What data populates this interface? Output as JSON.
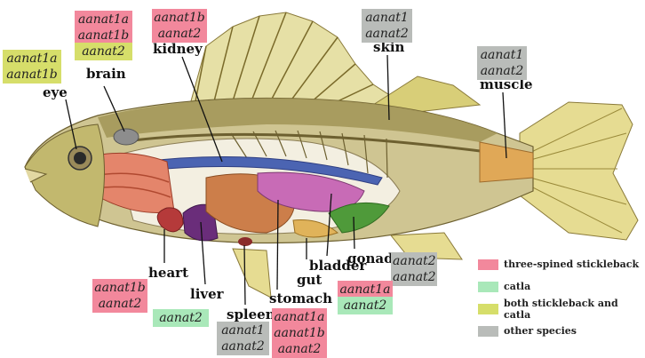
{
  "organs": {
    "eye": "eye",
    "brain": "brain",
    "kidney": "kidney",
    "skin": "skin",
    "muscle": "muscle",
    "heart": "heart",
    "liver": "liver",
    "spleen": "spleen",
    "stomach": "stomach",
    "gut": "gut",
    "bladder": "bladder",
    "gonad": "gonad"
  },
  "tags": {
    "eye": [
      "aanat1a",
      "aanat1b"
    ],
    "brain_pink": [
      "aanat1a",
      "aanat1b"
    ],
    "brain_yellow": [
      "aanat2"
    ],
    "kidney": [
      "aanat1b",
      "aanat2"
    ],
    "skin": [
      "aanat1",
      "aanat2"
    ],
    "muscle": [
      "aanat1",
      "aanat2"
    ],
    "heart": [
      "aanat1b",
      "aanat2"
    ],
    "liver": [
      "aanat2"
    ],
    "spleen": [
      "aanat1",
      "aanat2"
    ],
    "stomach": [
      "aanat1a",
      "aanat1b",
      "aanat2"
    ],
    "gonad_gray": [
      "aanat2",
      "aanat2"
    ],
    "gonad_pink": [
      "aanat1a"
    ],
    "gonad_green": [
      "aanat2"
    ]
  },
  "legend": [
    {
      "label": "three-spined stickleback",
      "color": "#f2889c"
    },
    {
      "label": "catla",
      "color": "#a9e8b9"
    },
    {
      "label": "both stickleback and catla",
      "color": "#d6de6a"
    },
    {
      "label": "other species",
      "color": "#b9bcb9"
    }
  ]
}
